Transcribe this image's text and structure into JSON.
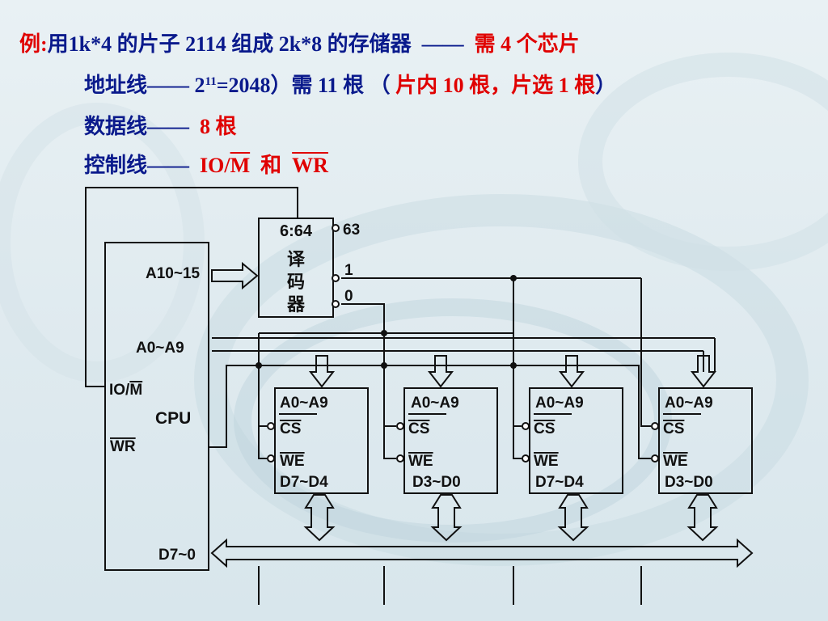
{
  "slide": {
    "line1": {
      "label": "例:",
      "text": "用1k*4 的片子 2114 组成 2k*8 的存储器",
      "dash": "——",
      "need": "需 4 个芯片"
    },
    "line2": {
      "label": "地址线——",
      "base": "2",
      "exp": "11",
      "rest": "=2048）需 11 根 （",
      "red": "片内 10 根，片选 1 根",
      "close": "）"
    },
    "line3": {
      "label": "数据线——",
      "red": "8 根"
    },
    "line4": {
      "label": "控制线——",
      "io": "IO/",
      "m": "M",
      "he": "和",
      "wr": "WR"
    }
  },
  "diagram": {
    "decoder": {
      "title": "6:64",
      "c1": "译",
      "c2": "码",
      "c3": "器",
      "out63": "63",
      "out1": "1",
      "out0": "0"
    },
    "cpu": {
      "a_high": "A10~15",
      "a_low": "A0~A9",
      "io": "IO/",
      "m": "M",
      "cpu": "CPU",
      "wr": "WR",
      "data": "D7~0"
    },
    "chips": [
      {
        "addr": "A0~A9",
        "cs": "CS",
        "we": "WE",
        "data": "D7~D4"
      },
      {
        "addr": "A0~A9",
        "cs": "CS",
        "we": "WE",
        "data": "D3~D0"
      },
      {
        "addr": "A0~A9",
        "cs": "CS",
        "we": "WE",
        "data": "D7~D4"
      },
      {
        "addr": "A0~A9",
        "cs": "CS",
        "we": "WE",
        "data": "D3~D0"
      }
    ]
  }
}
